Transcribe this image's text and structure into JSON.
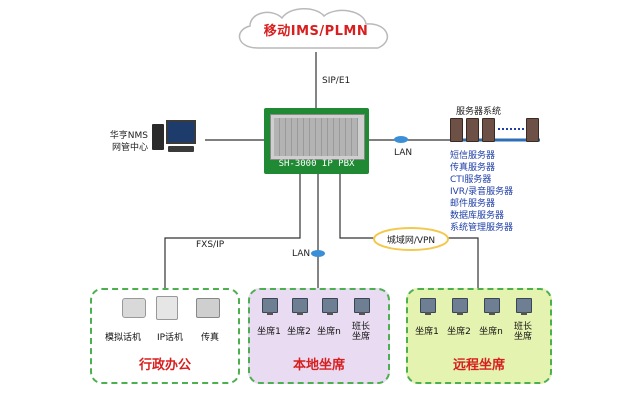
{
  "cloud": {
    "label": "移动IMS/PLMN"
  },
  "links": {
    "sip": "SIP/E1",
    "lan_right": "LAN",
    "fxs": "FXS/IP",
    "lan_mid": "LAN",
    "wan": "城域网/VPN"
  },
  "nms": {
    "line1": "华亨NMS",
    "line2": "网管中心"
  },
  "pbx": {
    "label": "SH-3000 IP PBX"
  },
  "servers": {
    "title": "服务器系统",
    "items": [
      "短信服务器",
      "传真服务器",
      "CTI服务器",
      "IVR/录音服务器",
      "邮件服务器",
      "数据库服务器",
      "系统管理服务器"
    ]
  },
  "zones": [
    {
      "title": "行政办公",
      "nodes": [
        "模拟话机",
        "IP话机",
        "传真"
      ]
    },
    {
      "title": "本地坐席",
      "nodes": [
        "坐席1",
        "坐席2",
        "坐席n",
        "班长\n坐席"
      ]
    },
    {
      "title": "远程坐席",
      "nodes": [
        "坐席1",
        "坐席2",
        "坐席n",
        "班长\n坐席"
      ]
    }
  ],
  "colors": {
    "zone_border": "#4caf50",
    "pbx_green": "#1f8a33",
    "title_red": "#d81e1e",
    "text_blue": "#1f3fa8"
  }
}
